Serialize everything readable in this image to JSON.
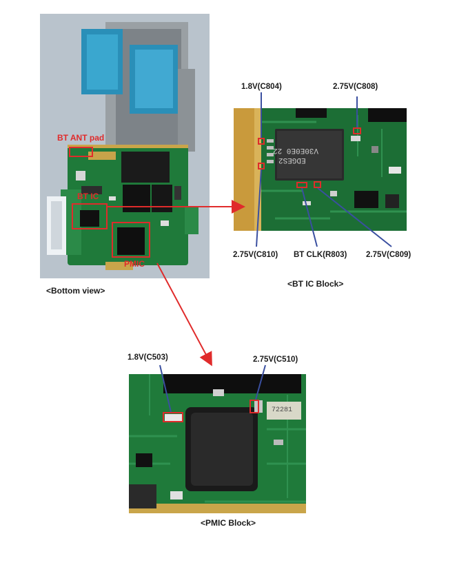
{
  "bottom_view": {
    "caption": "<Bottom view>",
    "labels": {
      "bt_ant_pad": "BT ANT pad",
      "bt_ic": "BT IC",
      "pmic": "PMIC"
    }
  },
  "bt_ic_block": {
    "caption": "<BT IC Block>",
    "chip_marking": [
      "EDGES2",
      "V30E0E0 22"
    ],
    "callouts": {
      "c804": "1.8V(C804)",
      "c808": "2.75V(C808)",
      "c810": "2.75V(C810)",
      "r803": "BT CLK(R803)",
      "c809": "2.75V(C809)"
    }
  },
  "pmic_block": {
    "caption": "<PMIC Block>",
    "chip_marking": [
      "72281"
    ],
    "callouts": {
      "c503": "1.8V(C503)",
      "c510": "2.75V(C510)"
    }
  },
  "colors": {
    "pcb_green": "#1f7a3a",
    "highlight_red": "#e02b2b",
    "callout_blue": "#3a4fa0"
  }
}
